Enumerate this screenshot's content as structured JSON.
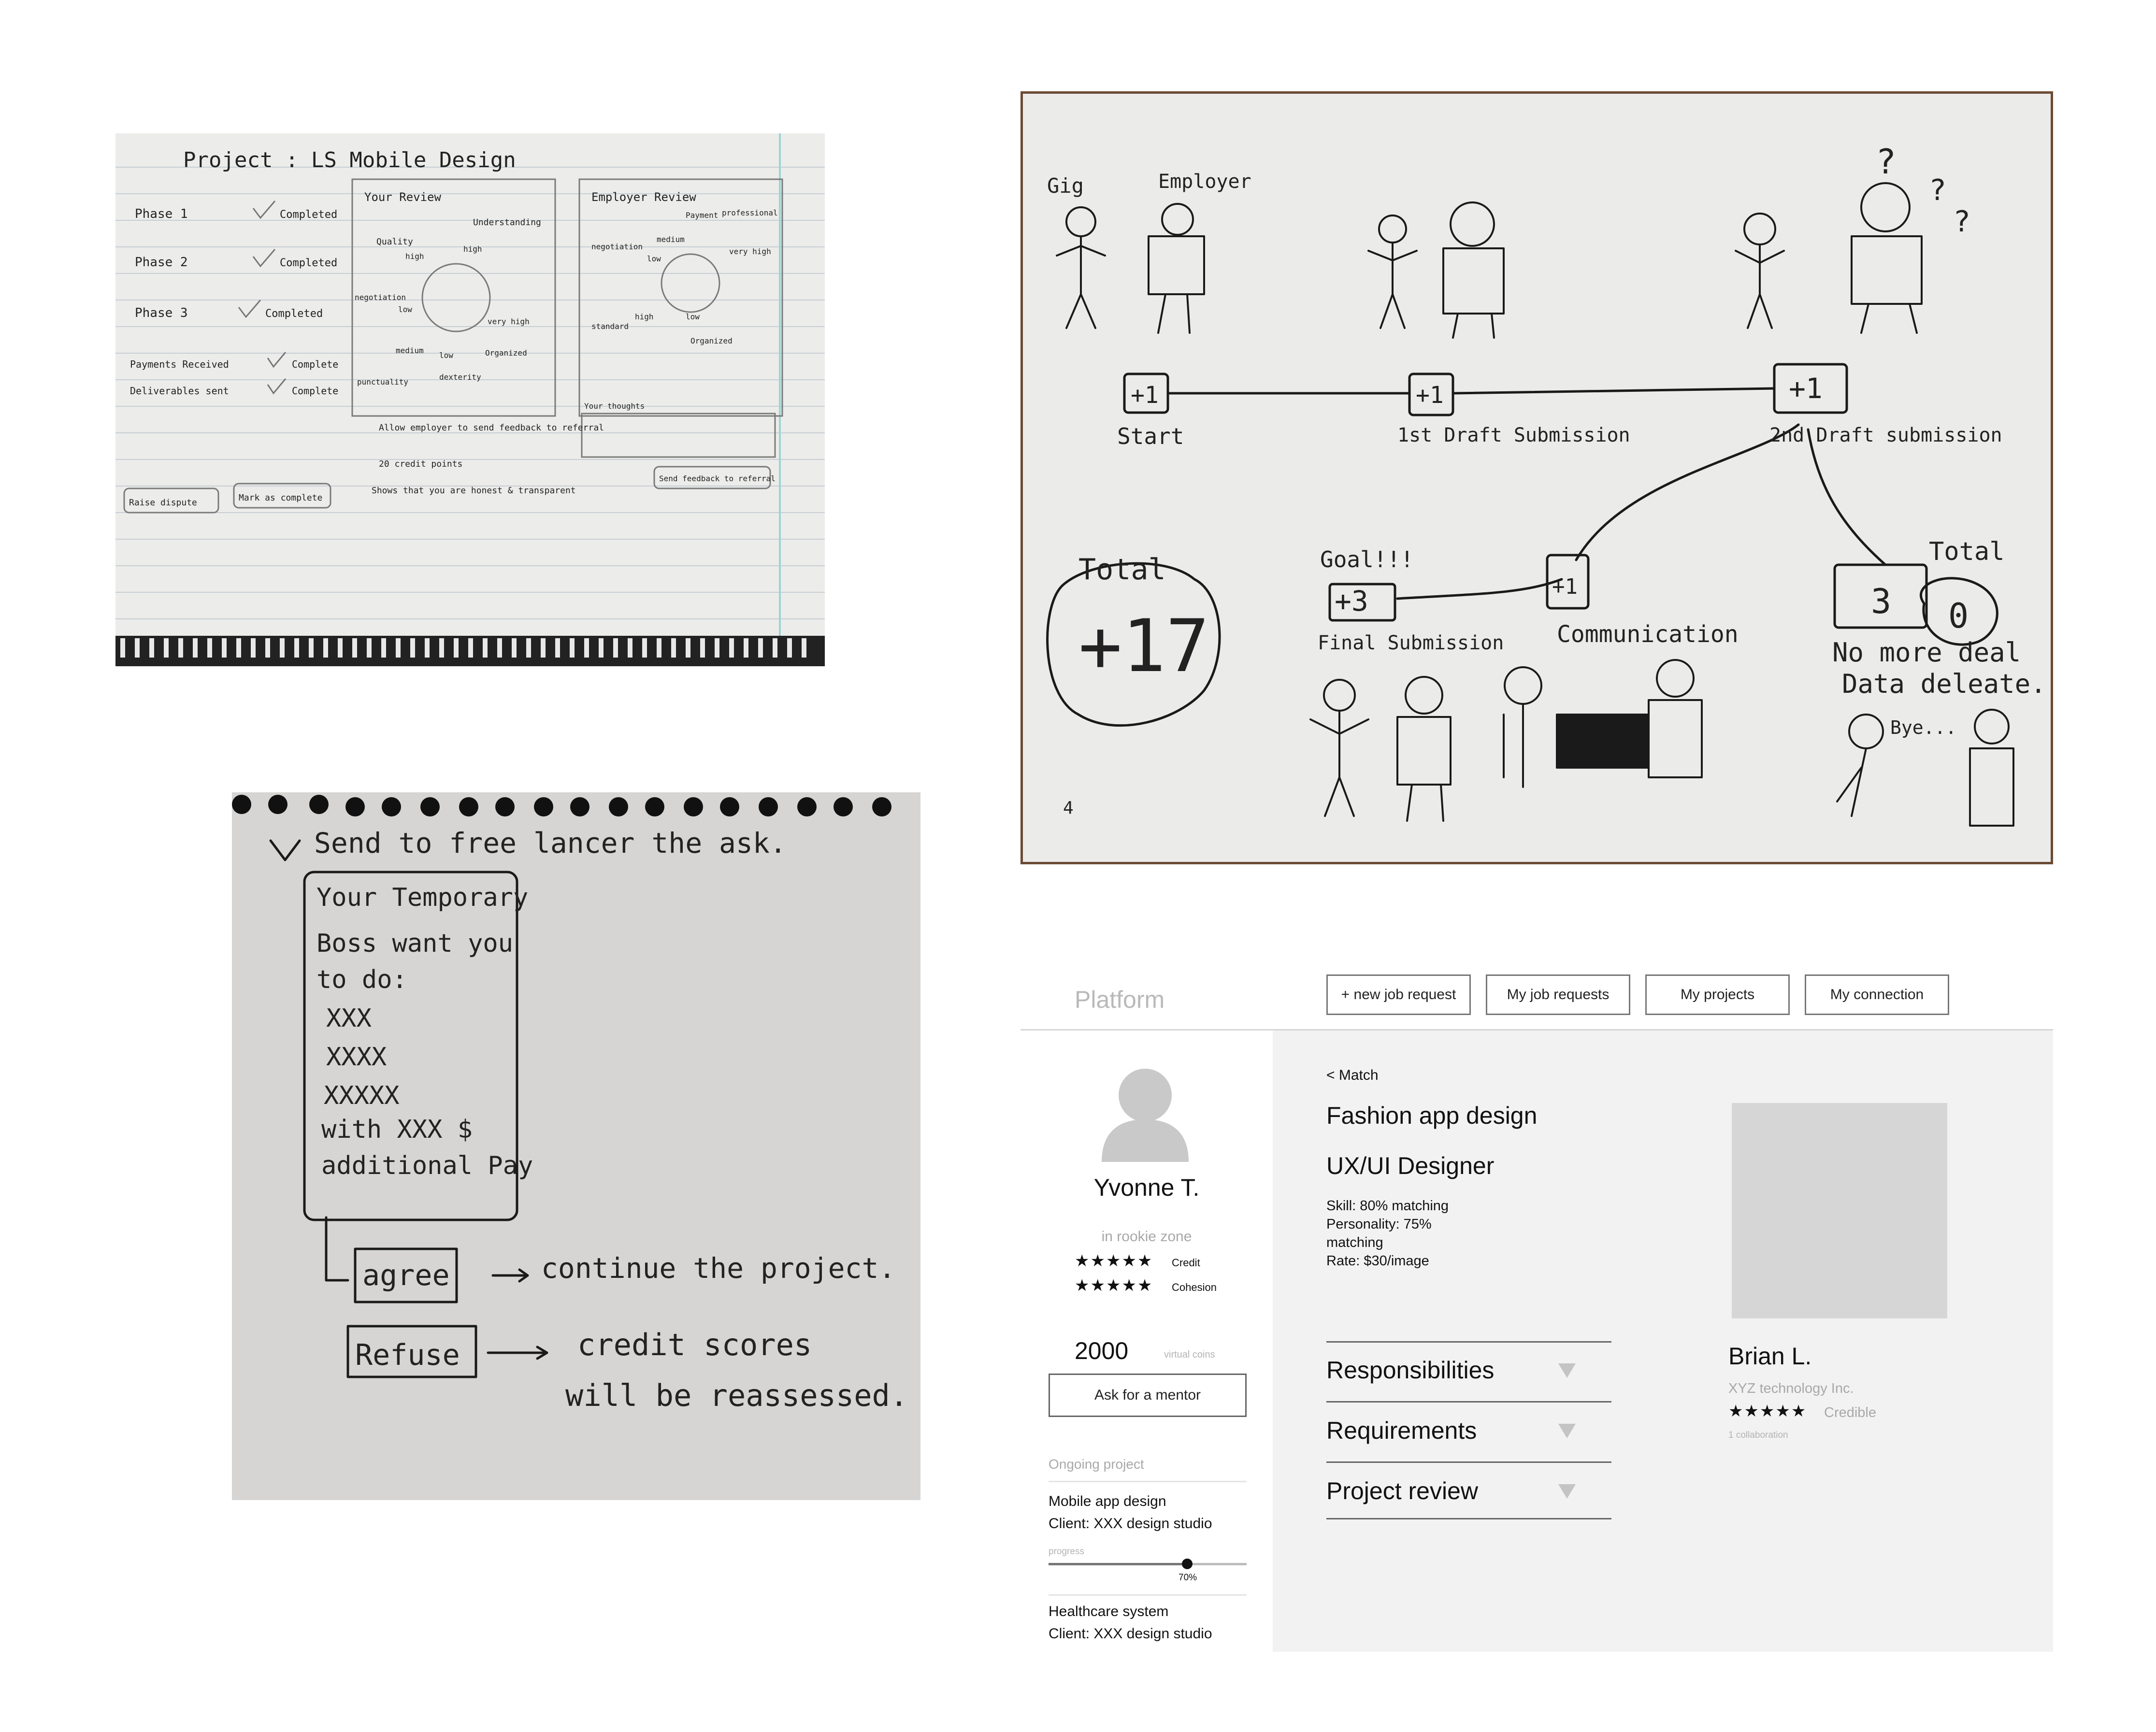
{
  "sketch_review": {
    "title": "Project : LS Mobile Design",
    "phase1": "Phase 1",
    "phase2": "Phase 2",
    "phase3": "Phase 3",
    "completed": "Completed",
    "payments": "Payments Received",
    "deliverables": "Deliverables sent",
    "complete": "Complete",
    "your_review": "Your Review",
    "employer_review": "Employer Review",
    "understanding": "Understanding",
    "quality": "Quality",
    "high": "high",
    "low": "low",
    "negotiation": "negotiation",
    "medium": "medium",
    "very_high": "very high",
    "punctuality": "punctuality",
    "dexterity": "dexterity",
    "organized": "Organized",
    "payment": "Payment",
    "professional": "professional",
    "standard": "standard",
    "allow": "Allow employer to send feedback to referral",
    "credit": "20 credit points",
    "shows": "Shows that you are honest & transparent",
    "your_thoughts": "Your thoughts",
    "raise_dispute": "Raise dispute",
    "mark_complete": "Mark as complete",
    "send_feedback": "Send feedback to referral"
  },
  "sketch_timeline": {
    "gig": "Gig",
    "employer": "Employer",
    "plus1": "+1",
    "plus3": "+3",
    "three": "3",
    "start": "Start",
    "first": "1st Draft Submission",
    "second": "2nd Draft submission",
    "total": "Total",
    "total_value": "+17",
    "zero": "0",
    "goal": "Goal!!!",
    "final": "Final Submission",
    "communication": "Communication",
    "no_more": "No more deal",
    "data": "Data deleate.",
    "bye": "Bye...",
    "page": "4"
  },
  "sketch_ask": {
    "title": "Send to free lancer the ask.",
    "card_line1": "Your Temporary",
    "card_line2": "Boss want you",
    "card_line3": "to do:",
    "x1": "XXX",
    "x2": "XXXX",
    "x3": "XXXXX",
    "with": "with XXX $",
    "additional": "additional Pay",
    "agree": "agree",
    "continue": "continue the project.",
    "refuse": "Refuse",
    "credit1": "credit scores",
    "credit2": "will be reassessed."
  },
  "wireframe": {
    "brand": "Platform",
    "nav": {
      "new_job": "+ new job request",
      "my_jobs": "My job requests",
      "my_projects": "My projects",
      "my_connection": "My connection"
    },
    "profile": {
      "name": "Yvonne T.",
      "zone": "in rookie zone",
      "credit_label": "Credit",
      "cohesion_label": "Cohesion",
      "credit_stars": "★★★★★",
      "cohesion_stars": "★★★★★",
      "coins": "2000",
      "coins_label": "virtual coins",
      "mentor_button": "Ask for a mentor"
    },
    "ongoing": {
      "heading": "Ongoing project",
      "p1_name": "Mobile app design",
      "p1_client": "Client: XXX design studio",
      "progress_label": "progress",
      "progress_value": 0.7,
      "progress_text": "70%",
      "p2_name": "Healthcare system",
      "p2_client": "Client: XXX design studio"
    },
    "match": {
      "back": "< Match",
      "title": "Fashion app design",
      "role": "UX/UI Designer",
      "skill": "Skill: 80% matching",
      "personality1": "Personality: 75%",
      "personality2": "matching",
      "rate": "Rate: $30/image",
      "sections": [
        "Responsibilities",
        "Requirements",
        "Project review"
      ]
    },
    "client": {
      "name": "Brian L.",
      "company": "XYZ technology Inc.",
      "stars": "★★★★★",
      "rating_label": "Credible",
      "collab": "1 collaboration"
    }
  }
}
